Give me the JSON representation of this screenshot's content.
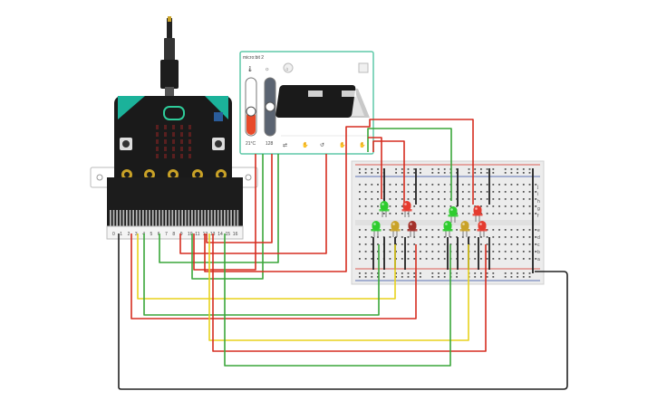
{
  "sim_panel": {
    "title": "micro:bit 2",
    "temperature_readout": "21°C",
    "light_readout": "128",
    "temperature_level": 0.42,
    "light_level": 0.5
  },
  "microbit": {
    "edge_pin_labels": [
      "0",
      "1",
      "2",
      "3",
      "4",
      "5",
      "6",
      "7",
      "8",
      "9",
      "10",
      "11",
      "12",
      "13",
      "14",
      "15",
      "16"
    ]
  },
  "breadboard": {
    "row_letters_top": [
      "f",
      "g",
      "h",
      "i",
      "j"
    ],
    "row_letters_bottom": [
      "a",
      "b",
      "c",
      "d",
      "e"
    ]
  },
  "leds": [
    {
      "color": "#2ecc2e"
    },
    {
      "color": "#e53b2f"
    },
    {
      "color": "#2ecc2e"
    },
    {
      "color": "#e53b2f"
    },
    {
      "color": "#2ecc2e"
    },
    {
      "color": "#c9a227"
    },
    {
      "color": "#a3302a"
    },
    {
      "color": "#2ecc2e"
    },
    {
      "color": "#c9a227"
    },
    {
      "color": "#e53b2f"
    }
  ],
  "colors": {
    "wire_red": "#d62d20",
    "wire_green": "#3aa63a",
    "wire_yellow": "#e8d21d",
    "wire_black": "#222222",
    "panel_border": "#5fc9a8",
    "microbit_teal": "#1bb29a"
  }
}
